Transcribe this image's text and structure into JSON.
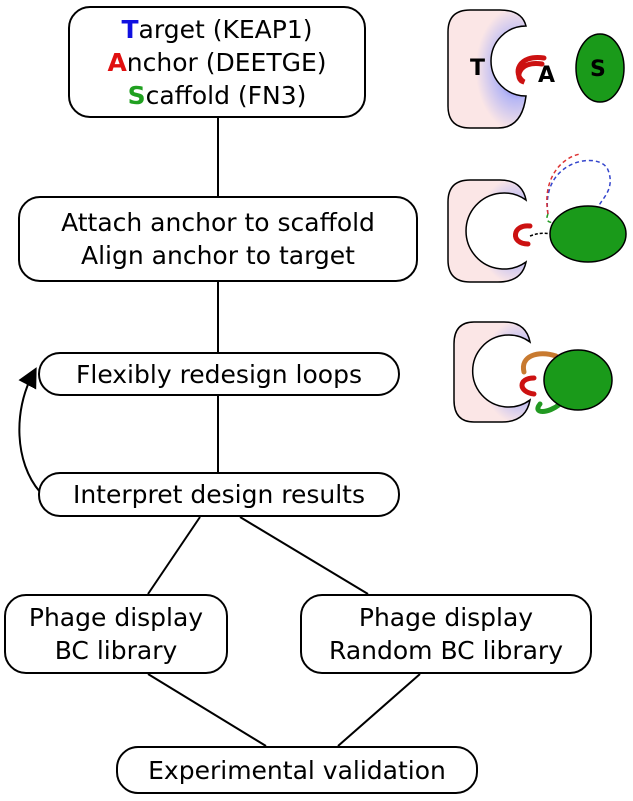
{
  "top_box": {
    "lines": [
      {
        "letter": "T",
        "rest": "arget (KEAP1)",
        "color": "#1010e0"
      },
      {
        "letter": "A",
        "rest": "nchor (DEETGE)",
        "color": "#e01010"
      },
      {
        "letter": "S",
        "rest": "caffold (FN3)",
        "color": "#20a020"
      }
    ]
  },
  "steps": {
    "attach": [
      "Attach anchor to scaffold",
      "Align anchor to target"
    ],
    "redesign": "Flexibly redesign loops",
    "interpret": "Interpret design results",
    "phage_bc": [
      "Phage display",
      "BC library"
    ],
    "phage_random": [
      "Phage display",
      "Random BC library"
    ],
    "validation": "Experimental validation"
  },
  "illustration": {
    "target_label": "T",
    "anchor_label": "A",
    "scaffold_label": "S",
    "colors": {
      "target_fill": "#fbe6e6",
      "target_pocket": "#5555ee",
      "anchor": "#cc1111",
      "scaffold": "#1a9a1a",
      "loop_orange": "#c87a30",
      "loop_blue": "#3344cc",
      "loop_red": "#dd3333",
      "loop_green": "#229922"
    }
  }
}
